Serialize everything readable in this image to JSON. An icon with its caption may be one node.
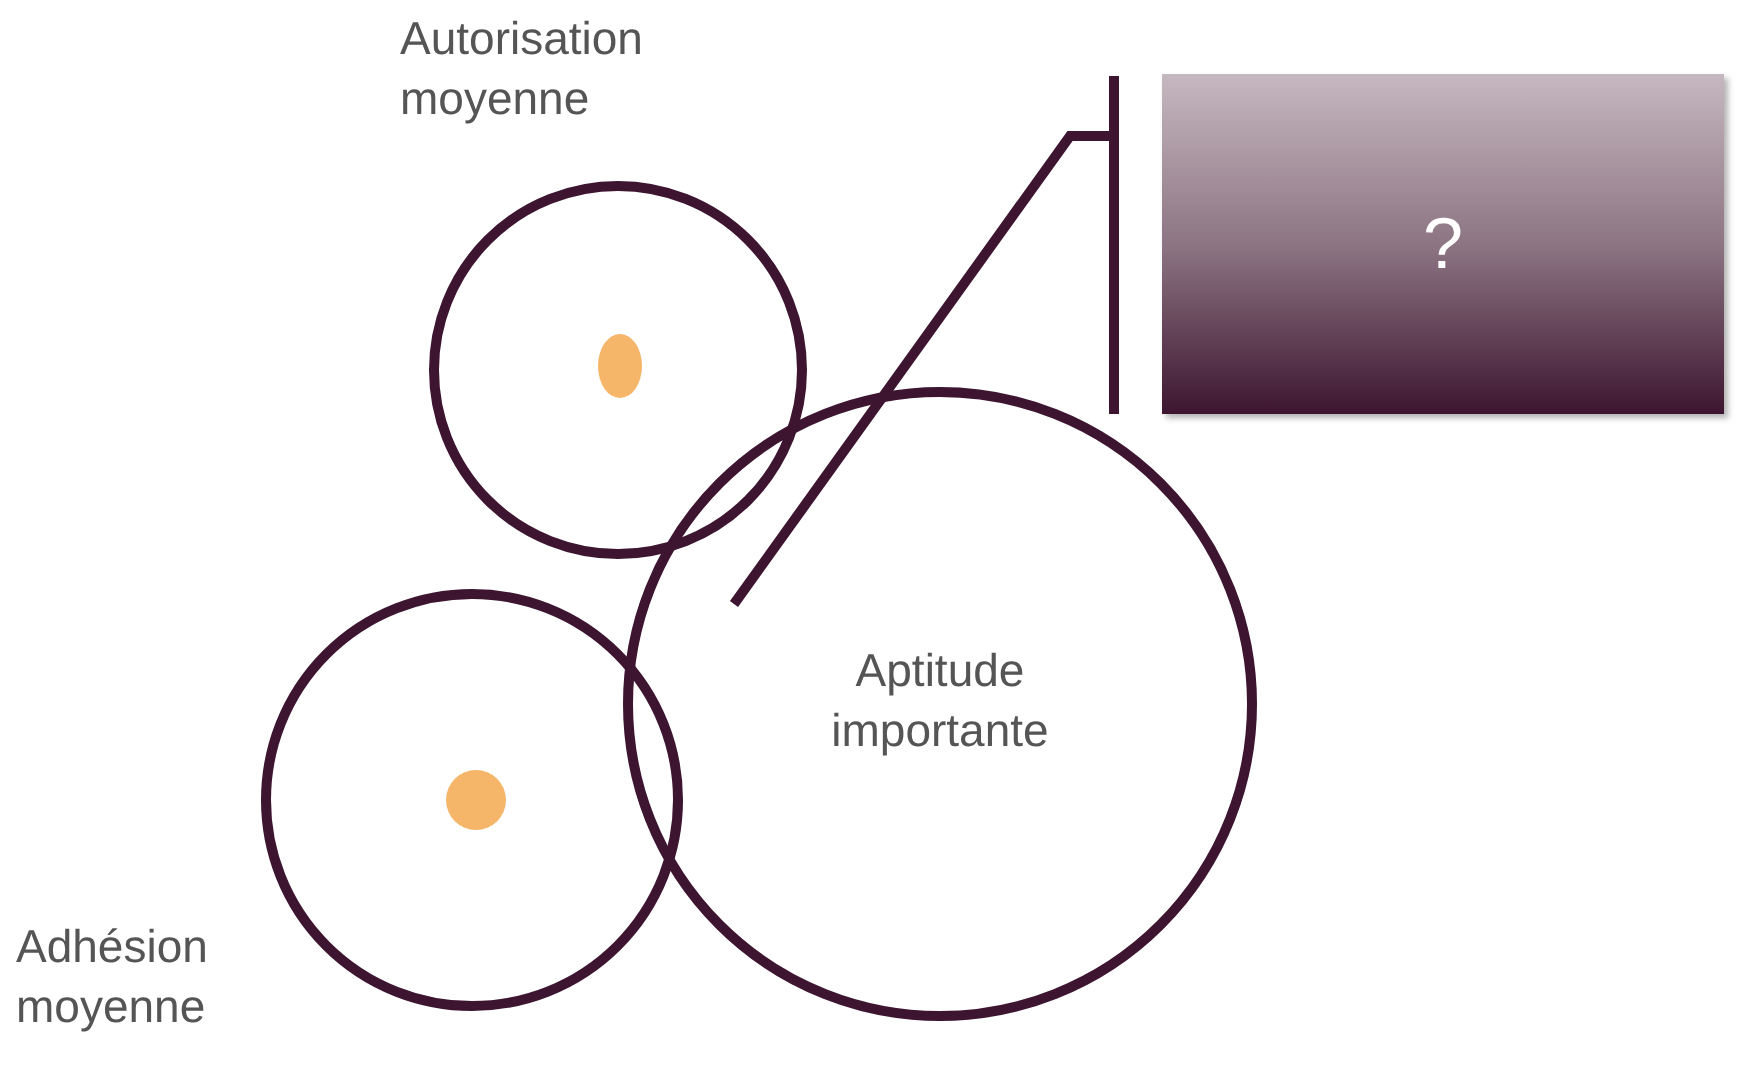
{
  "diagram": {
    "nodes": [
      {
        "text": [
          "Autorisation moyenne"
        ]
      },
      {
        "text": [
          "Adhésion moyenne"
        ]
      },
      {
        "text": [
          "Aptitude importante"
        ]
      },
      {
        "text": [
          "?"
        ]
      }
    ],
    "edges": [
      {
        "from": 2,
        "to": 3,
        "arrow": "none"
      }
    ]
  }
}
